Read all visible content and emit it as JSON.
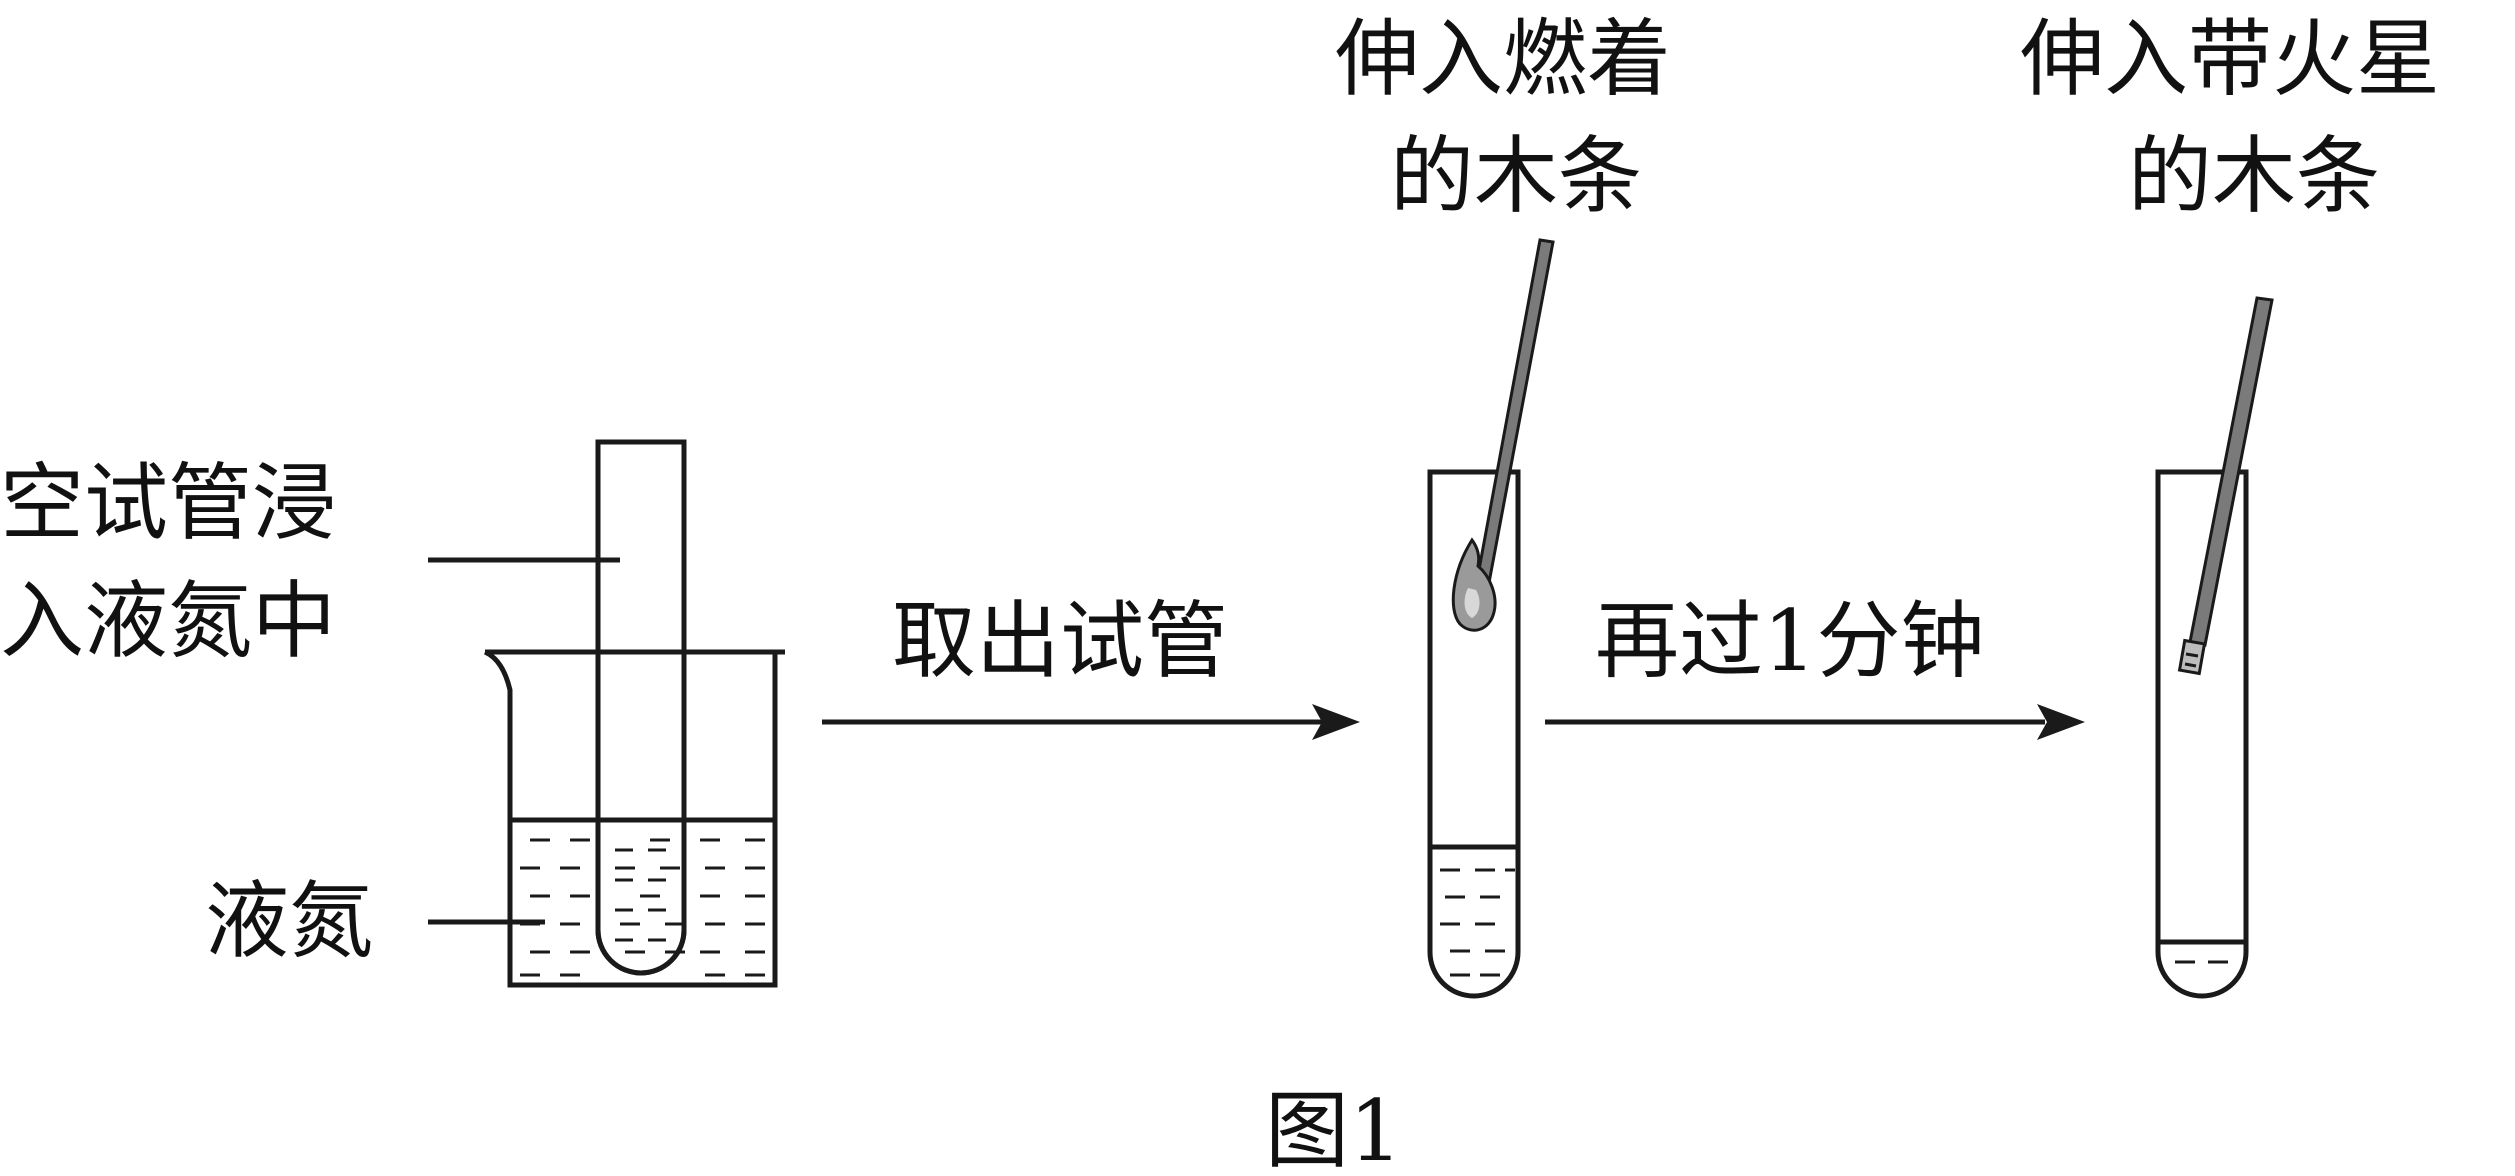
{
  "labels": {
    "empty_tube_line1": "空试管浸",
    "empty_tube_line2": "入液氮中",
    "liquid_nitrogen": "液氮",
    "step1_arrow": "取出试管",
    "burning_line1": "伸入燃着",
    "burning_line2": "的木条",
    "step2_arrow": "再过1分钟",
    "glowing_line1": "伸入带火星",
    "glowing_line2": "的木条",
    "caption": "图1"
  },
  "colors": {
    "line": "#1a1a1a",
    "stick": "#7a7a7a",
    "flame": "#9a9a9a"
  }
}
